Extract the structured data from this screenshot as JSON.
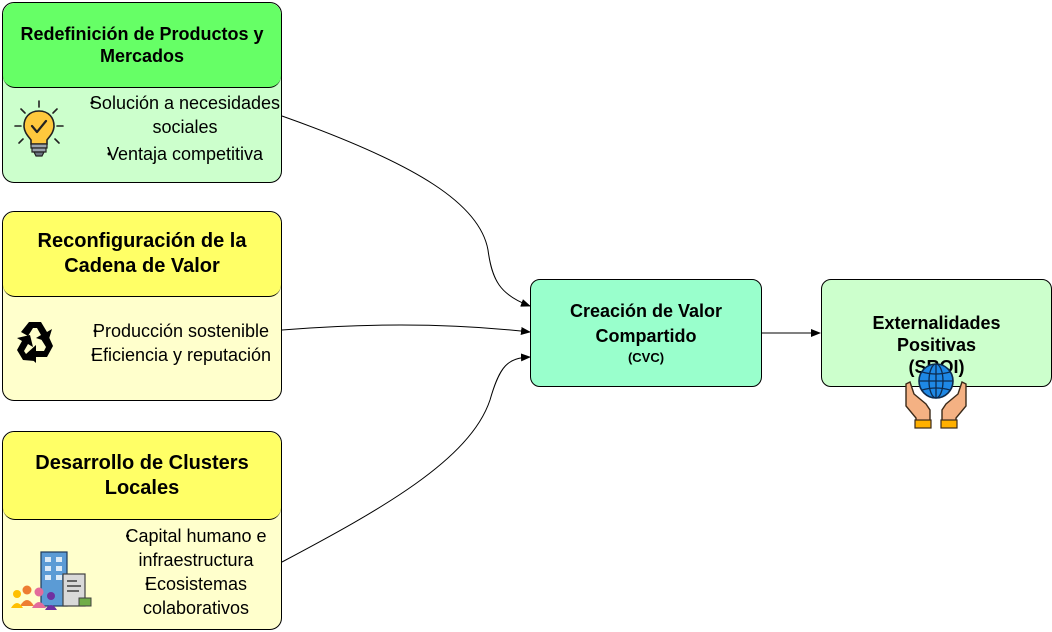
{
  "colors": {
    "green_head": "#66FF66",
    "green_body": "#CCFFCC",
    "yellow_head": "#FFFF66",
    "yellow_body": "#FFFFCC",
    "cvc_fill": "#99FFCC",
    "ext_fill": "#CCFFCC"
  },
  "cards": [
    {
      "title": "Redefinición de Productos y Mercados",
      "bullets": [
        "Solución a necesidades sociales",
        "Ventaja competitiva"
      ],
      "icon": "lightbulb-check-icon"
    },
    {
      "title": "Reconfiguración de la Cadena de Valor",
      "bullets": [
        "Producción sostenible",
        "Eficiencia y reputación"
      ],
      "icon": "recycle-icon"
    },
    {
      "title": "Desarrollo de Clusters Locales",
      "bullets": [
        "Capital humano e infraestructura",
        "Ecosistemas colaborativos"
      ],
      "icon": "city-people-icon"
    }
  ],
  "cvc": {
    "title": "Creación de Valor Compartido",
    "subtitle": "(CVC)"
  },
  "externalities": {
    "title": "Externalidades Positivas (SROI)",
    "icon": "globe-hands-icon"
  }
}
